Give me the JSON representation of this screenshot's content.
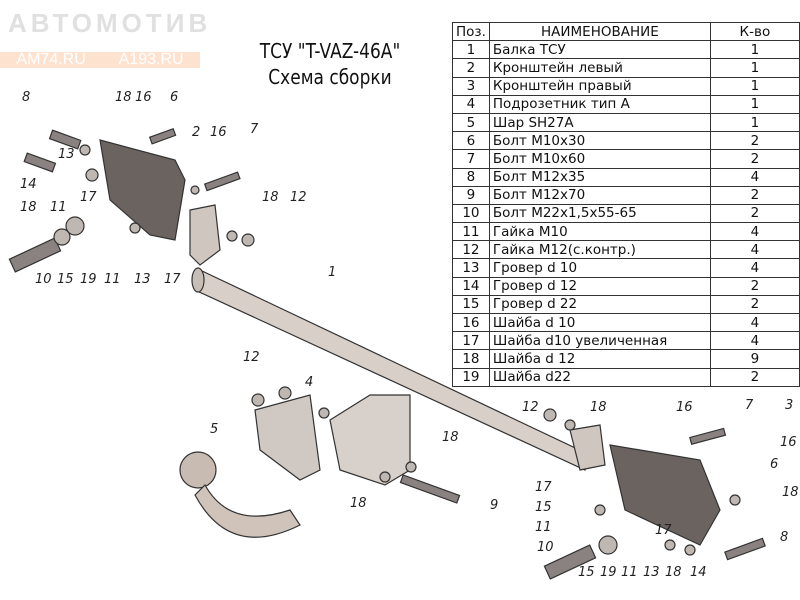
{
  "watermark": {
    "brand": "АВТОМОТИВ",
    "site1": "AM74.RU",
    "site2": "A193.RU"
  },
  "title": {
    "line1": "ТСУ \"T-VAZ-46A\"",
    "line2": "Схема сборки"
  },
  "table": {
    "headers": [
      "Поз.",
      "НАИМЕНОВАНИЕ",
      "К-во"
    ],
    "rows": [
      [
        "1",
        "Балка ТСУ",
        "1"
      ],
      [
        "2",
        "Кронштейн левый",
        "1"
      ],
      [
        "3",
        "Кронштейн правый",
        "1"
      ],
      [
        "4",
        "Подрозетник тип А",
        "1"
      ],
      [
        "5",
        "Шар SH27A",
        "1"
      ],
      [
        "6",
        "Болт М10х30",
        "2"
      ],
      [
        "7",
        "Болт М10х60",
        "2"
      ],
      [
        "8",
        "Болт М12х35",
        "4"
      ],
      [
        "9",
        "Болт М12х70",
        "2"
      ],
      [
        "10",
        "Болт М22х1,5х55-65",
        "2"
      ],
      [
        "11",
        "Гайка М10",
        "4"
      ],
      [
        "12",
        "Гайка М12(с.контр.)",
        "4"
      ],
      [
        "13",
        "Гровер d 10",
        "4"
      ],
      [
        "14",
        "Гровер d 12",
        "2"
      ],
      [
        "15",
        "Гровер d 22",
        "2"
      ],
      [
        "16",
        "Шайба d 10",
        "4"
      ],
      [
        "17",
        "Шайба d10 увеличенная",
        "4"
      ],
      [
        "18",
        "Шайба d 12",
        "9"
      ],
      [
        "19",
        "Шайба d22",
        "2"
      ]
    ]
  },
  "callouts": [
    "8",
    "18",
    "16",
    "6",
    "2",
    "16",
    "7",
    "13",
    "14",
    "18",
    "11",
    "17",
    "18",
    "12",
    "10",
    "15",
    "19",
    "11",
    "13",
    "17",
    "1",
    "12",
    "4",
    "5",
    "12",
    "18",
    "18",
    "18",
    "17",
    "9",
    "15",
    "11",
    "10",
    "15",
    "19",
    "11",
    "13",
    "18",
    "14",
    "17",
    "16",
    "7",
    "3",
    "16",
    "6",
    "18",
    "8"
  ]
}
